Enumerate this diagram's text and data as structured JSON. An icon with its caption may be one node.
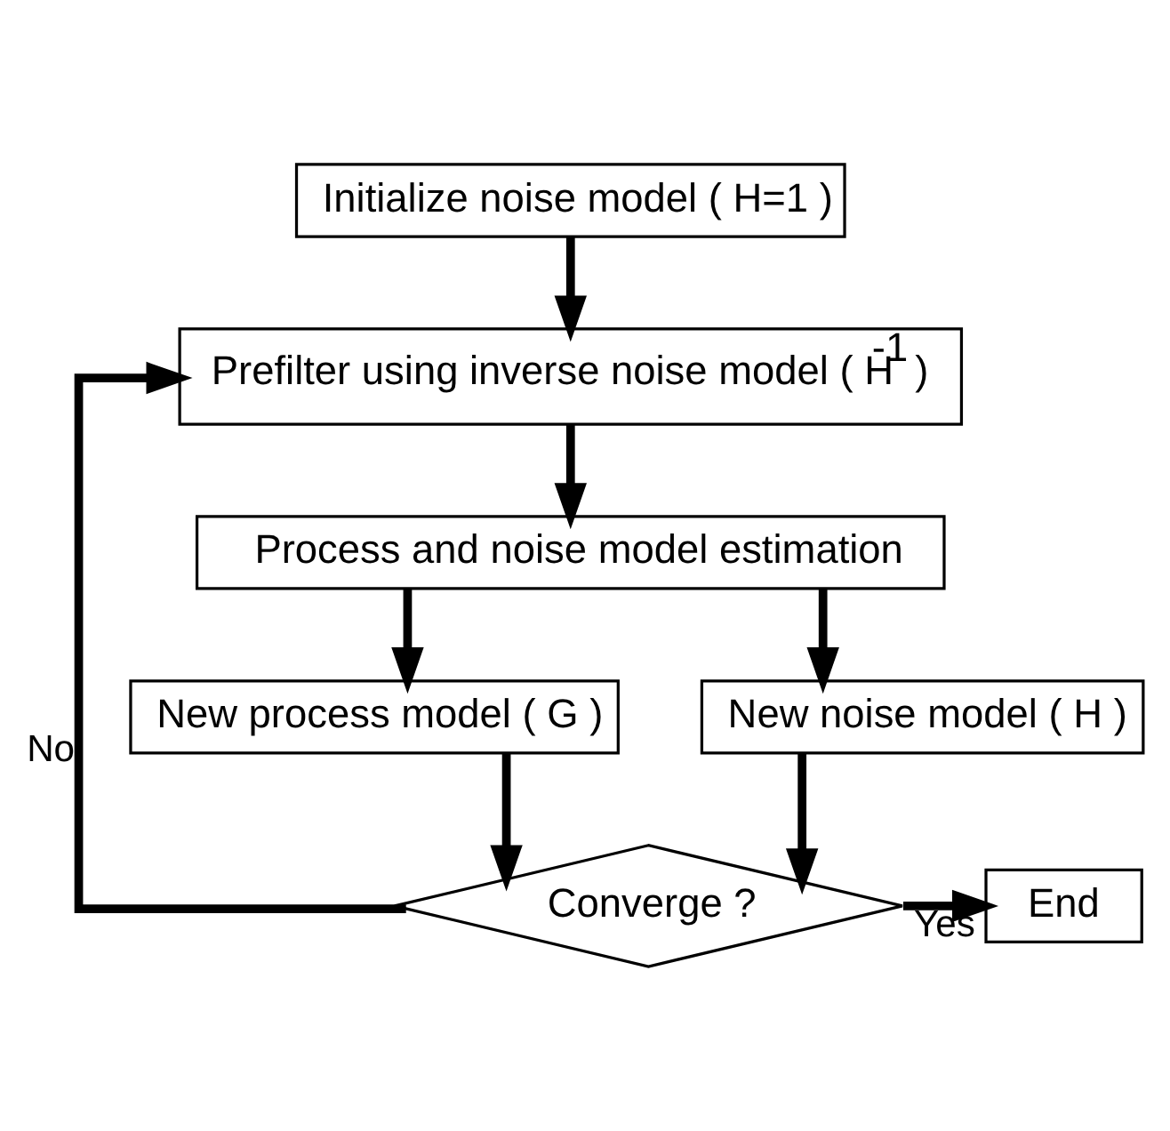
{
  "diagram": {
    "nodes": [
      {
        "text": [
          "Initialize noise model ( H=1 )"
        ]
      },
      {
        "text": [
          "Prefilter using inverse noise model ( H$^{-1}$ )"
        ]
      },
      {
        "text": [
          "Process and noise model estimation"
        ]
      },
      {
        "text": [
          "New process model ( G )"
        ]
      },
      {
        "text": [
          "New noise model ( H )"
        ]
      },
      {
        "text": [
          "Converge ?"
        ]
      },
      {
        "text": [
          "End"
        ]
      }
    ],
    "edges": [
      {
        "from": 0,
        "to": 1,
        "arrow": "to"
      },
      {
        "from": 1,
        "to": 2,
        "arrow": "to"
      },
      {
        "from": 2,
        "to": 3,
        "arrow": "to"
      },
      {
        "from": 2,
        "to": 4,
        "arrow": "to"
      },
      {
        "from": 3,
        "to": 5,
        "arrow": "to"
      },
      {
        "from": 4,
        "to": 5,
        "arrow": "to"
      },
      {
        "from": 5,
        "to": 6,
        "label": "Yes",
        "arrow": "to"
      },
      {
        "from": 5,
        "to": 1,
        "label": "No",
        "arrow": "to"
      }
    ]
  }
}
